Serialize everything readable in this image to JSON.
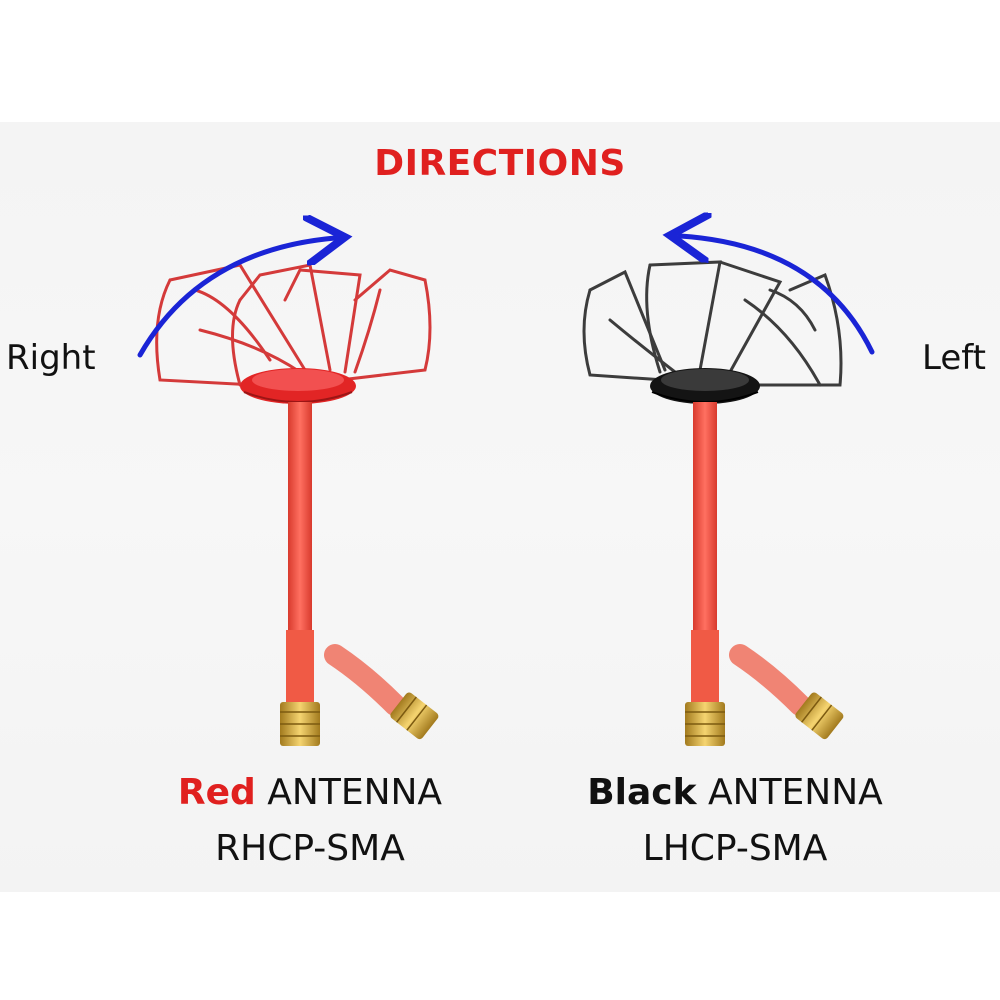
{
  "header": {
    "title": "DIRECTIONS"
  },
  "labels": {
    "right": "Right",
    "left": "Left"
  },
  "products": [
    {
      "color_word": "Red",
      "suffix": " ANTENNA",
      "model": "RHCP-SMA",
      "accent": "#e0201f"
    },
    {
      "color_word": "Black",
      "suffix": " ANTENNA",
      "model": "LHCP-SMA",
      "accent": "#111111"
    }
  ],
  "colors": {
    "title": "#e0201f",
    "arrow": "#1a24d6",
    "cable": "#ee4a3c",
    "connector_gold": "#d9a93a"
  }
}
